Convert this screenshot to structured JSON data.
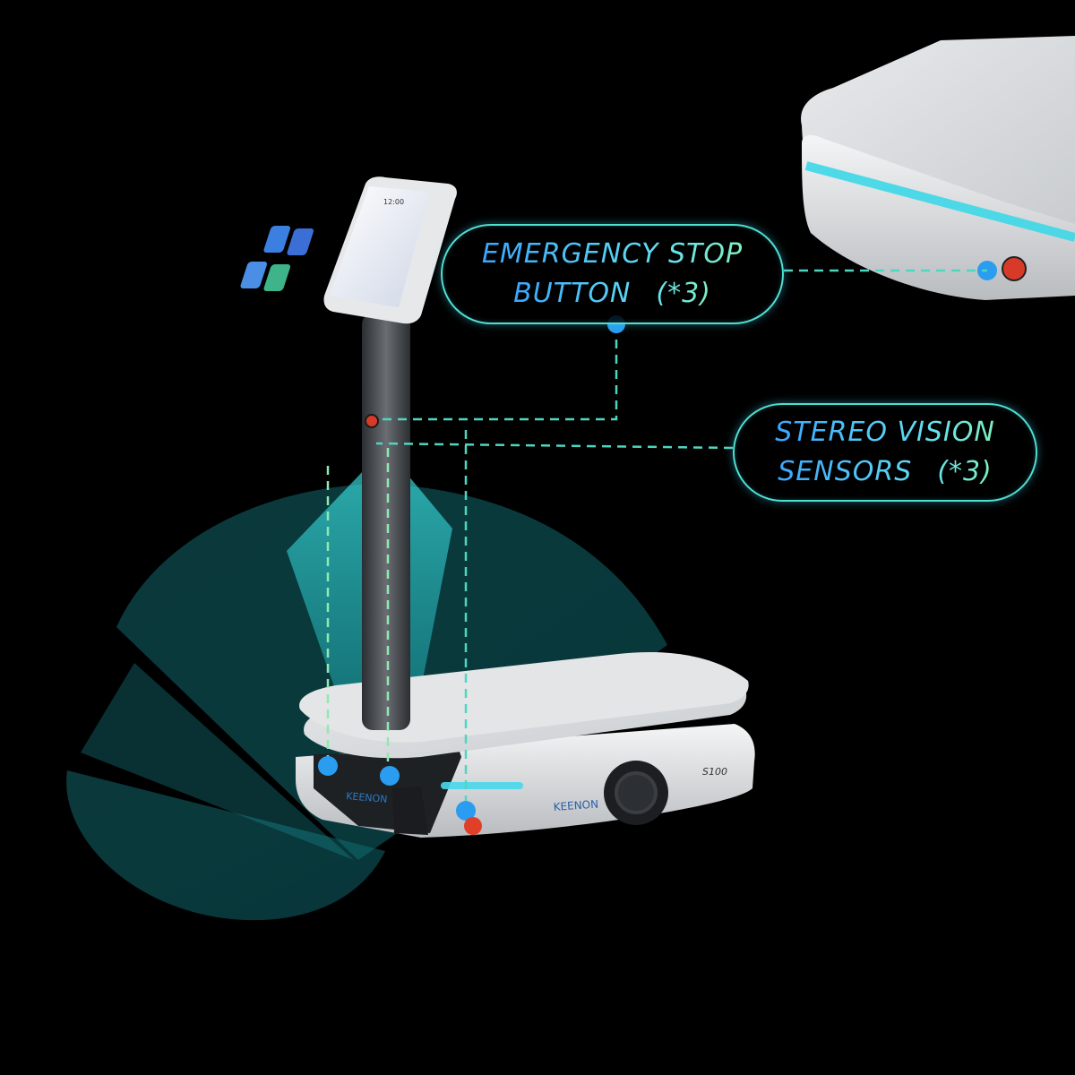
{
  "callouts": {
    "emergency_stop": {
      "line1": "EMERGENCY STOP",
      "line2": "BUTTON",
      "note": "(*3)"
    },
    "stereo_vision": {
      "line1": "STEREO VISION",
      "line2": "SENSORS",
      "note": "(*3)"
    }
  },
  "robot": {
    "brand_front": "KEENON",
    "brand_side": "KEENON",
    "model": "S100",
    "screen_time": "12:00"
  },
  "colors": {
    "background": "#000000",
    "accent_cyan": "#2fd3e0",
    "callout_border": "#4fe0d0",
    "marker_blue": "#2a9df0",
    "stop_button": "#e0402a"
  },
  "icons": [
    "sensor-marker-icon",
    "stop-button-icon"
  ]
}
